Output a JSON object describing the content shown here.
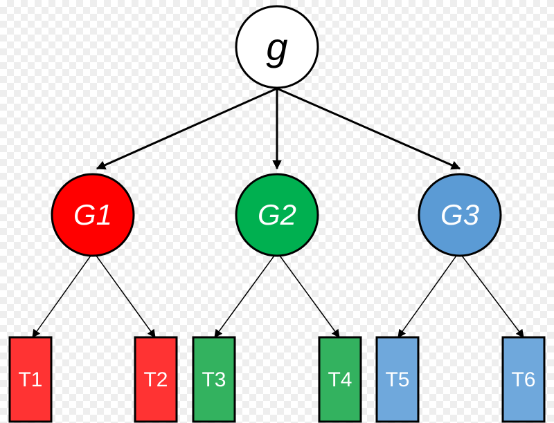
{
  "root": {
    "label": "g",
    "fill": "#ffffff"
  },
  "groups": [
    {
      "id": "g1",
      "label": "G1",
      "fill": "#ff0000"
    },
    {
      "id": "g2",
      "label": "G2",
      "fill": "#00b050"
    },
    {
      "id": "g3",
      "label": "G3",
      "fill": "#5b9bd5"
    }
  ],
  "leaves": [
    {
      "id": "t1",
      "label": "T1",
      "fill": "#ff3333",
      "parent": "g1"
    },
    {
      "id": "t2",
      "label": "T2",
      "fill": "#ff3333",
      "parent": "g1"
    },
    {
      "id": "t3",
      "label": "T3",
      "fill": "#33b25f",
      "parent": "g2"
    },
    {
      "id": "t4",
      "label": "T4",
      "fill": "#33b25f",
      "parent": "g2"
    },
    {
      "id": "t5",
      "label": "T5",
      "fill": "#6fa8dc",
      "parent": "g3"
    },
    {
      "id": "t6",
      "label": "T6",
      "fill": "#6fa8dc",
      "parent": "g3"
    }
  ]
}
